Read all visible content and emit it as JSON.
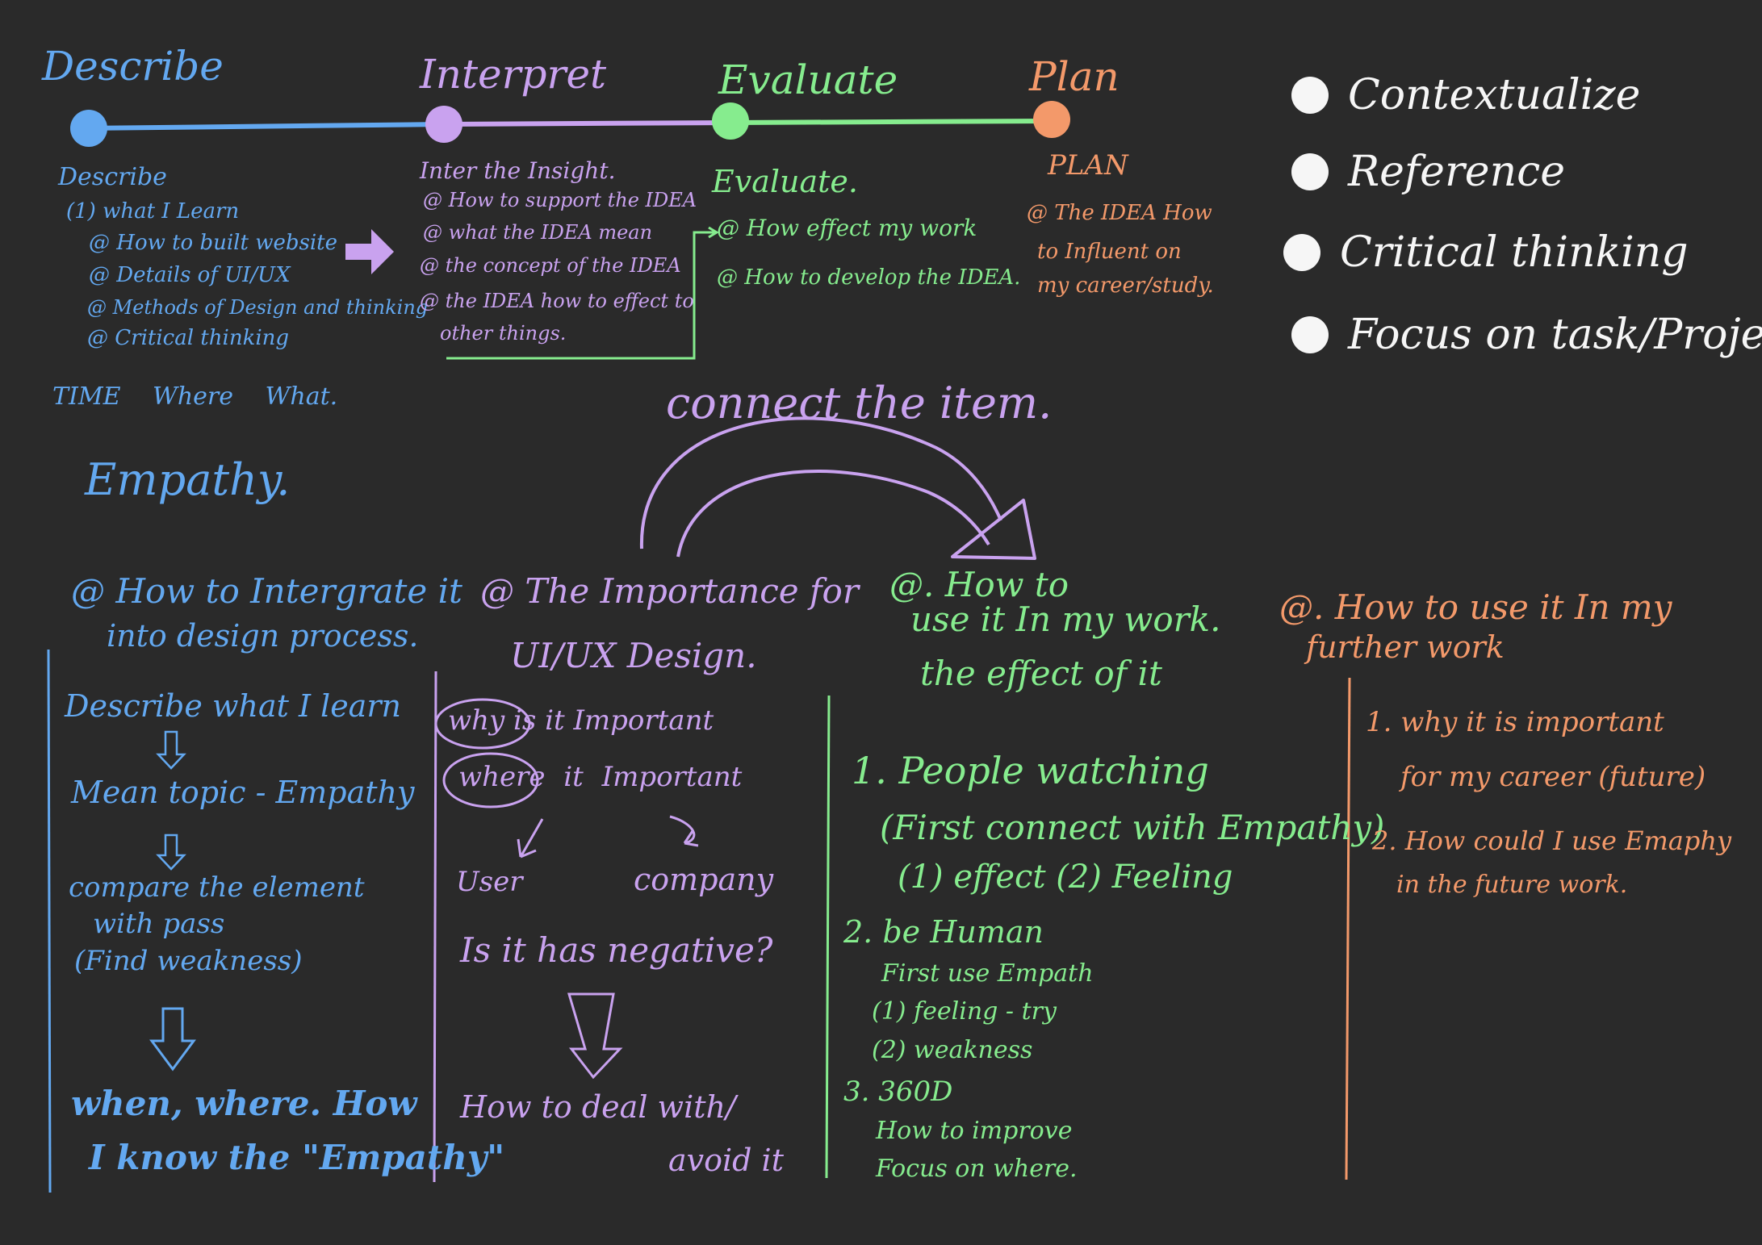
{
  "colors": {
    "background": "#2a2a2a",
    "describe": "#63a8f0",
    "interpret": "#c9a2ef",
    "evaluate": "#86ec8e",
    "plan": "#f3996a",
    "legend": "#f6f6f6"
  },
  "timeline": {
    "describe": "Describe",
    "interpret": "Interpret",
    "evaluate": "Evaluate",
    "plan": "Plan"
  },
  "legend": [
    "Contextualize",
    "Reference",
    "Critical thinking",
    "Focus on task/Projet"
  ],
  "describe_notes": {
    "title": "Describe",
    "subtitle": "(1) what I Learn",
    "items": [
      "@ How to built website",
      "@ Details of UI/UX",
      "@ Methods of Design and thinking",
      "@ Critical thinking"
    ],
    "footer": "TIME Where What."
  },
  "interpret_notes": {
    "title": "Inter the Insight.",
    "items": [
      "@ How to support the IDEA",
      "@ what the IDEA mean",
      "@ the concept of the IDEA",
      "@ the IDEA how to effect to",
      "other things."
    ]
  },
  "evaluate_notes": {
    "title": "Evaluate.",
    "items": [
      "@ How effect my work",
      "@ How to develop the IDEA."
    ]
  },
  "plan_notes": {
    "title": "PLAN",
    "items": [
      "@ The IDEA How",
      "to Influent on",
      "my career/study."
    ]
  },
  "empathy": "Empathy.",
  "connect": "connect the item.",
  "col1": {
    "heading": [
      "@ How to Intergrate it",
      "into design process."
    ],
    "steps": [
      "Describe what I learn",
      "Mean topic - Empathy",
      "compare the element",
      "with pass",
      "(Find weakness)",
      "when, where. How",
      "I know the \"Empathy\""
    ]
  },
  "col2": {
    "heading": [
      "@ The Importance for",
      "UI/UX Design."
    ],
    "lines": [
      "why is it Important",
      "where it Important",
      "User",
      "company",
      "Is it has negative?",
      "How to deal with/",
      "avoid it"
    ]
  },
  "col3": {
    "heading": [
      "@. How to",
      "use it In my work.",
      "the effect of it"
    ],
    "lines": [
      "1. People watching",
      "(First connect with Empathy)",
      "(1) effect (2) Feeling",
      "2. be Human",
      "First use Empath",
      "(1) feeling - try",
      "(2) weakness",
      "3. 360D",
      "How to improve",
      "Focus on where."
    ]
  },
  "col4": {
    "heading": [
      "@. How to use it In my",
      "further work"
    ],
    "lines": [
      "1. why it is important",
      "for my career (future)",
      "2. How could I use Emaphy",
      "in the future work."
    ]
  }
}
